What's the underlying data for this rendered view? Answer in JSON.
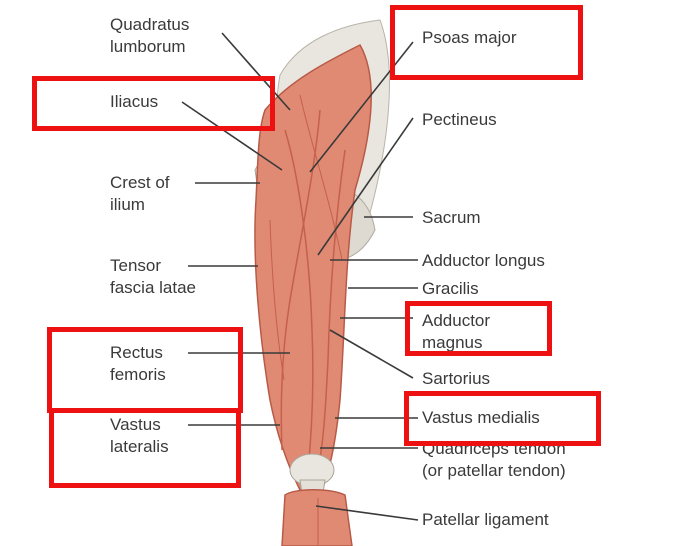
{
  "left_labels": [
    {
      "id": "quadratus",
      "lines": [
        "Quadratus",
        "lumborum"
      ]
    },
    {
      "id": "iliacus",
      "lines": [
        "Iliacus"
      ]
    },
    {
      "id": "crest",
      "lines": [
        "Crest of",
        "ilium"
      ]
    },
    {
      "id": "tensor",
      "lines": [
        "Tensor",
        "fascia latae"
      ]
    },
    {
      "id": "rectus",
      "lines": [
        "Rectus",
        "femoris"
      ]
    },
    {
      "id": "vastus-lat",
      "lines": [
        "Vastus",
        "lateralis"
      ]
    }
  ],
  "right_labels": [
    {
      "id": "psoas",
      "lines": [
        "Psoas major"
      ]
    },
    {
      "id": "pectineus",
      "lines": [
        "Pectineus"
      ]
    },
    {
      "id": "sacrum",
      "lines": [
        "Sacrum"
      ]
    },
    {
      "id": "add-longus",
      "lines": [
        "Adductor longus"
      ]
    },
    {
      "id": "gracilis",
      "lines": [
        "Gracilis"
      ]
    },
    {
      "id": "add-magnus",
      "lines": [
        "Adductor",
        "magnus"
      ]
    },
    {
      "id": "sartorius",
      "lines": [
        "Sartorius"
      ]
    },
    {
      "id": "vastus-med",
      "lines": [
        "Vastus medialis"
      ]
    },
    {
      "id": "quad-tendon",
      "lines": [
        "Quadriceps tendon",
        "(or patellar tendon)"
      ]
    },
    {
      "id": "patellar-lig",
      "lines": [
        "Patellar ligament"
      ]
    }
  ],
  "colors": {
    "highlight_box": "#ee1111",
    "muscle": "#e08a74",
    "muscle_dark": "#c4604c",
    "bone": "#e9e6df",
    "label_text": "#3a3a3a",
    "leader_line": "#3a3a3a"
  }
}
